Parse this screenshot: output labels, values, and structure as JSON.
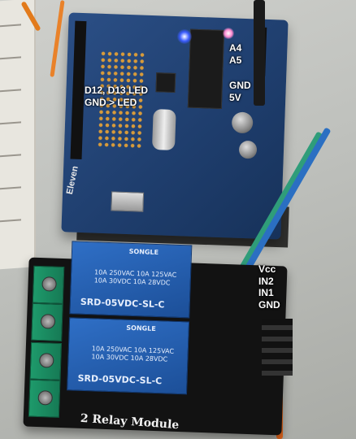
{
  "annotations": {
    "arduino_left": [
      "D12, D13 LED",
      "GND > LED"
    ],
    "arduino_right_top": [
      "A4",
      "A5"
    ],
    "arduino_right_power": [
      "GND",
      "5V"
    ],
    "relay_pins": [
      "Vcc",
      "IN2",
      "IN1",
      "GND"
    ]
  },
  "board_text": {
    "relay_brand": "SONGLE",
    "relay_rating_line1": "10A 250VAC  10A 125VAC",
    "relay_rating_line2": "10A  30VDC  10A  28VDC",
    "relay_model": "SRD-05VDC-SL-C",
    "module_label": "2 Relay Module",
    "arduino_brand": "Eleven"
  },
  "colors": {
    "arduino_board": "#1e3d6c",
    "relay_body": "#2f6fc6",
    "terminal_green": "#1e9a6b",
    "led_blue": "#3a5cff",
    "led_red": "#ff2a2a"
  }
}
